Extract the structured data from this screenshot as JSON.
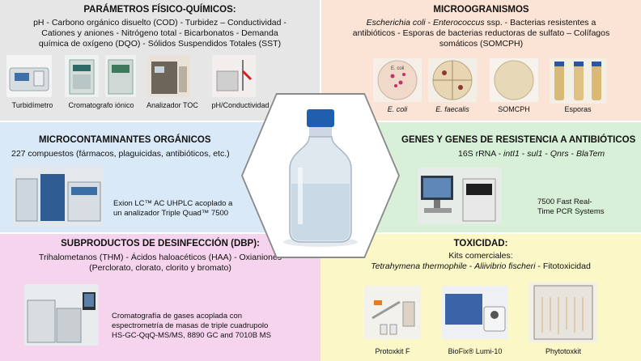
{
  "physchem": {
    "title": "PARÁMETROS FÍSICO-QUÍMICOS:",
    "line1": "pH - Carbono orgánico disuelto (COD) - Turbidez – Conductividad -",
    "line2": "Cationes y aniones - Nitrógeno total - Bicarbonatos - Demanda",
    "line3": "química de oxígeno (DQO) - Sólidos Suspendidos Totales (SST)",
    "captions": [
      "Turbidímetro",
      "Cromatografo iónico",
      "Analizador TOC",
      "pH/Conductividad"
    ]
  },
  "micro": {
    "title": "MICROOGRANISMOS",
    "species1": "Escherichia coli",
    "sep1": " - ",
    "species2": "Enterococcus",
    "rest1": " ssp. - Bacterias resistentes a",
    "line2": "antibióticos - Esporas de bacterias reductoras de sulfato – Colífagos",
    "line3": "somáticos (SOMCPH)",
    "captions": [
      "E. coli",
      "E. faecalis",
      "SOMCPH",
      "Esporas"
    ],
    "plate_label": "E. coli"
  },
  "organic": {
    "title": "MICROCONTAMINANTES ORGÁNICOS",
    "line1": "227 compuestos (fármacos, plaguicidas, antibióticos, etc.)",
    "instr1": "Exion LC™ AC UHPLC acoplado a",
    "instr2": "un analizador Triple Quad™ 7500"
  },
  "genes": {
    "title": "GENES Y GENES DE RESISTENCIA A ANTIBIÓTICOS",
    "g0": "16S rRNA - ",
    "g1": "intI1",
    "g2": " - ",
    "g3": "sul1",
    "g4": " - ",
    "g5": "Qnrs",
    "g6": " - ",
    "g7": "BlaTem",
    "instr1": "7500 Fast Real-",
    "instr2": "Time PCR Systems"
  },
  "dbp": {
    "title": "SUBPRODUCTOS DE DESINFECCIÓN (DBP):",
    "line1": "Trihalometanos (THM) - Ácidos haloacéticos (HAA) - Oxianiones",
    "line2": "(Perclorato, clorato, clorito y bromato)",
    "instr1": "Cromatografía de gases acoplada con",
    "instr2": "espectrometría de masas de triple cuadrupolo",
    "instr3": "HS-GC-QqQ-MS/MS, 8890 GC and 7010B MS"
  },
  "tox": {
    "title": "TOXICIDAD:",
    "line1": "Kits comerciales:",
    "sp1": "Tetrahymena thermophile",
    "sep": "  -  ",
    "sp2": "Aliivibrio fischeri",
    "rest": " - Fitotoxicidad",
    "captions": [
      "Protoxkit F",
      "BioFix® Lumi-10",
      "Phytotoxkit"
    ]
  }
}
